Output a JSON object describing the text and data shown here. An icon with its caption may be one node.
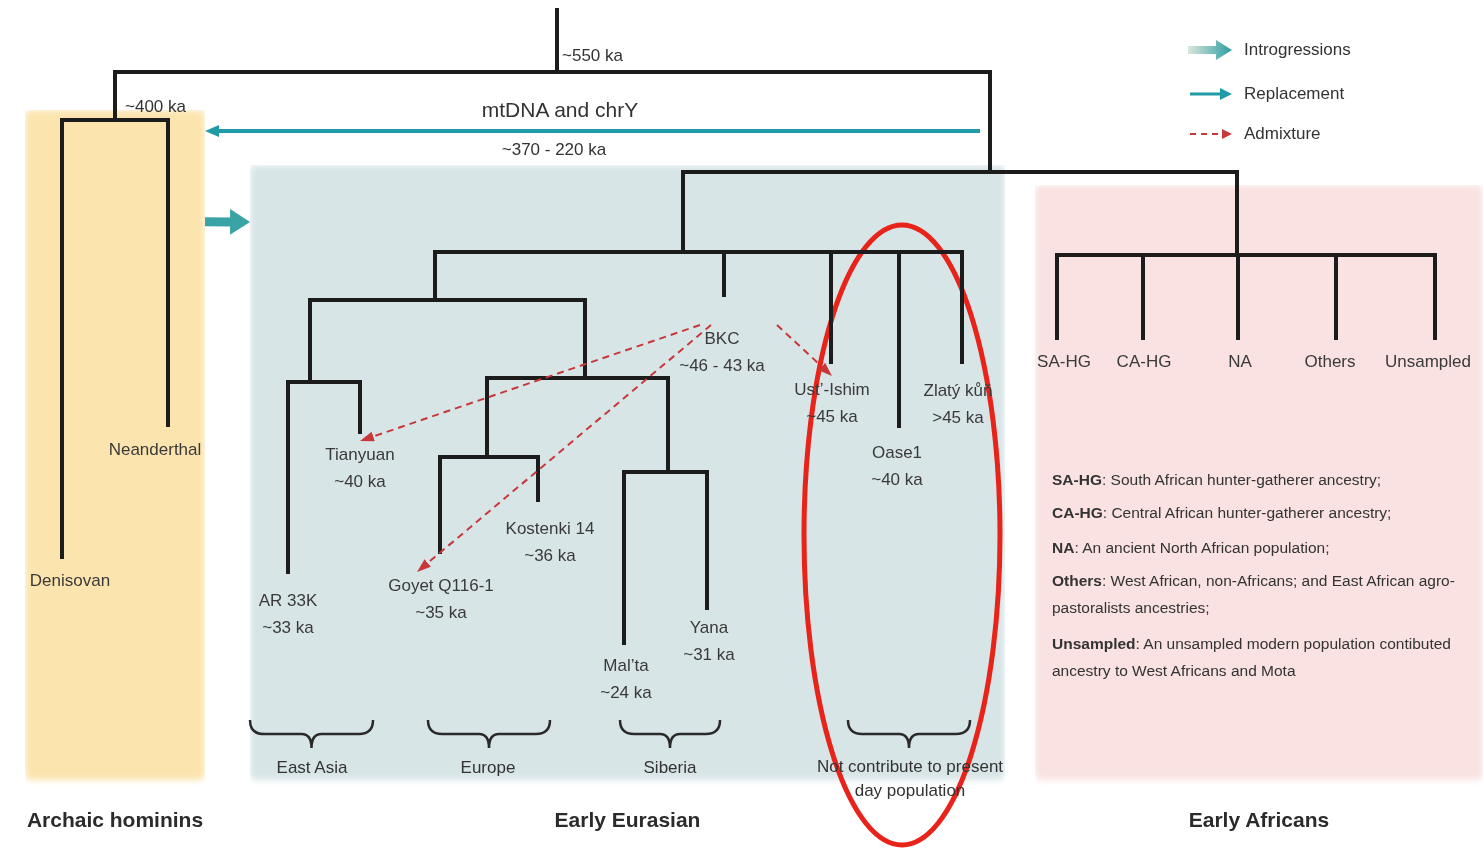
{
  "diagram": {
    "nodes": [
      {
        "text": [
          "Archaic hominins"
        ]
      },
      {
        "text": [
          "Early Eurasian"
        ]
      },
      {
        "text": [
          "Early Africans"
        ]
      },
      {
        "text": [
          "Denisovan"
        ],
        "in": 0
      },
      {
        "text": [
          "Neanderthal"
        ],
        "in": 0
      },
      {
        "text": [
          "AR 33K",
          "~33 ka"
        ],
        "in": 1
      },
      {
        "text": [
          "Tianyuan",
          "~40 ka"
        ],
        "in": 1
      },
      {
        "text": [
          "Goyet Q116-1",
          "~35 ka"
        ],
        "in": 1
      },
      {
        "text": [
          "Kostenki 14",
          "~36 ka"
        ],
        "in": 1
      },
      {
        "text": [
          "Mal’ta",
          "~24 ka"
        ],
        "in": 1
      },
      {
        "text": [
          "Yana",
          "~31 ka"
        ],
        "in": 1
      },
      {
        "text": [
          "BKC",
          "~46 - 43 ka"
        ],
        "in": 1
      },
      {
        "text": [
          "Ust’-Ishim",
          "~45 ka"
        ],
        "in": 1
      },
      {
        "text": [
          "Oase1",
          "~40 ka"
        ],
        "in": 1
      },
      {
        "text": [
          "Zlatý kůň",
          ">45 ka"
        ],
        "in": 1
      },
      {
        "text": [
          "SA-HG"
        ],
        "in": 2
      },
      {
        "text": [
          "CA-HG"
        ],
        "in": 2
      },
      {
        "text": [
          "NA"
        ],
        "in": 2
      },
      {
        "text": [
          "Others"
        ],
        "in": 2
      },
      {
        "text": [
          "Unsampled"
        ],
        "in": 2
      }
    ],
    "edges": [
      {
        "from": 11,
        "to": 6,
        "arrow": "to",
        "style": "dashed"
      },
      {
        "from": 11,
        "to": 7,
        "arrow": "to",
        "style": "dashed"
      },
      {
        "from": 11,
        "to": 12,
        "arrow": "to",
        "style": "dashed"
      },
      {
        "from": 0,
        "to": 1,
        "arrow": "to",
        "style": "thick",
        "color": "#3aa3a5"
      },
      {
        "from": null,
        "to": 0,
        "arrow": "to",
        "color": "#1f9ba6"
      }
    ],
    "labels": [
      "~550 ka",
      "~400 ka",
      "mtDNA and chrY",
      "~370 - 220 ka",
      "East Asia",
      "Europe",
      "Siberia",
      "Not contribute to present day population",
      "**SA-HG**: South African hunter-gatherer ancestry;",
      "**CA-HG**: Central African hunter-gatherer ancestry;",
      "**NA**: An ancient North African population;",
      "**Others**: West African, non-Africans; and East African agro-pastoralists ancestries;",
      "**Unsampled**: An unsampled modern population contibuted ancestry to West Africans and Mota"
    ],
    "legend": [
      {
        "text": "Introgressions"
      },
      {
        "text": "Replacement"
      },
      {
        "text": "Admixture"
      }
    ]
  }
}
